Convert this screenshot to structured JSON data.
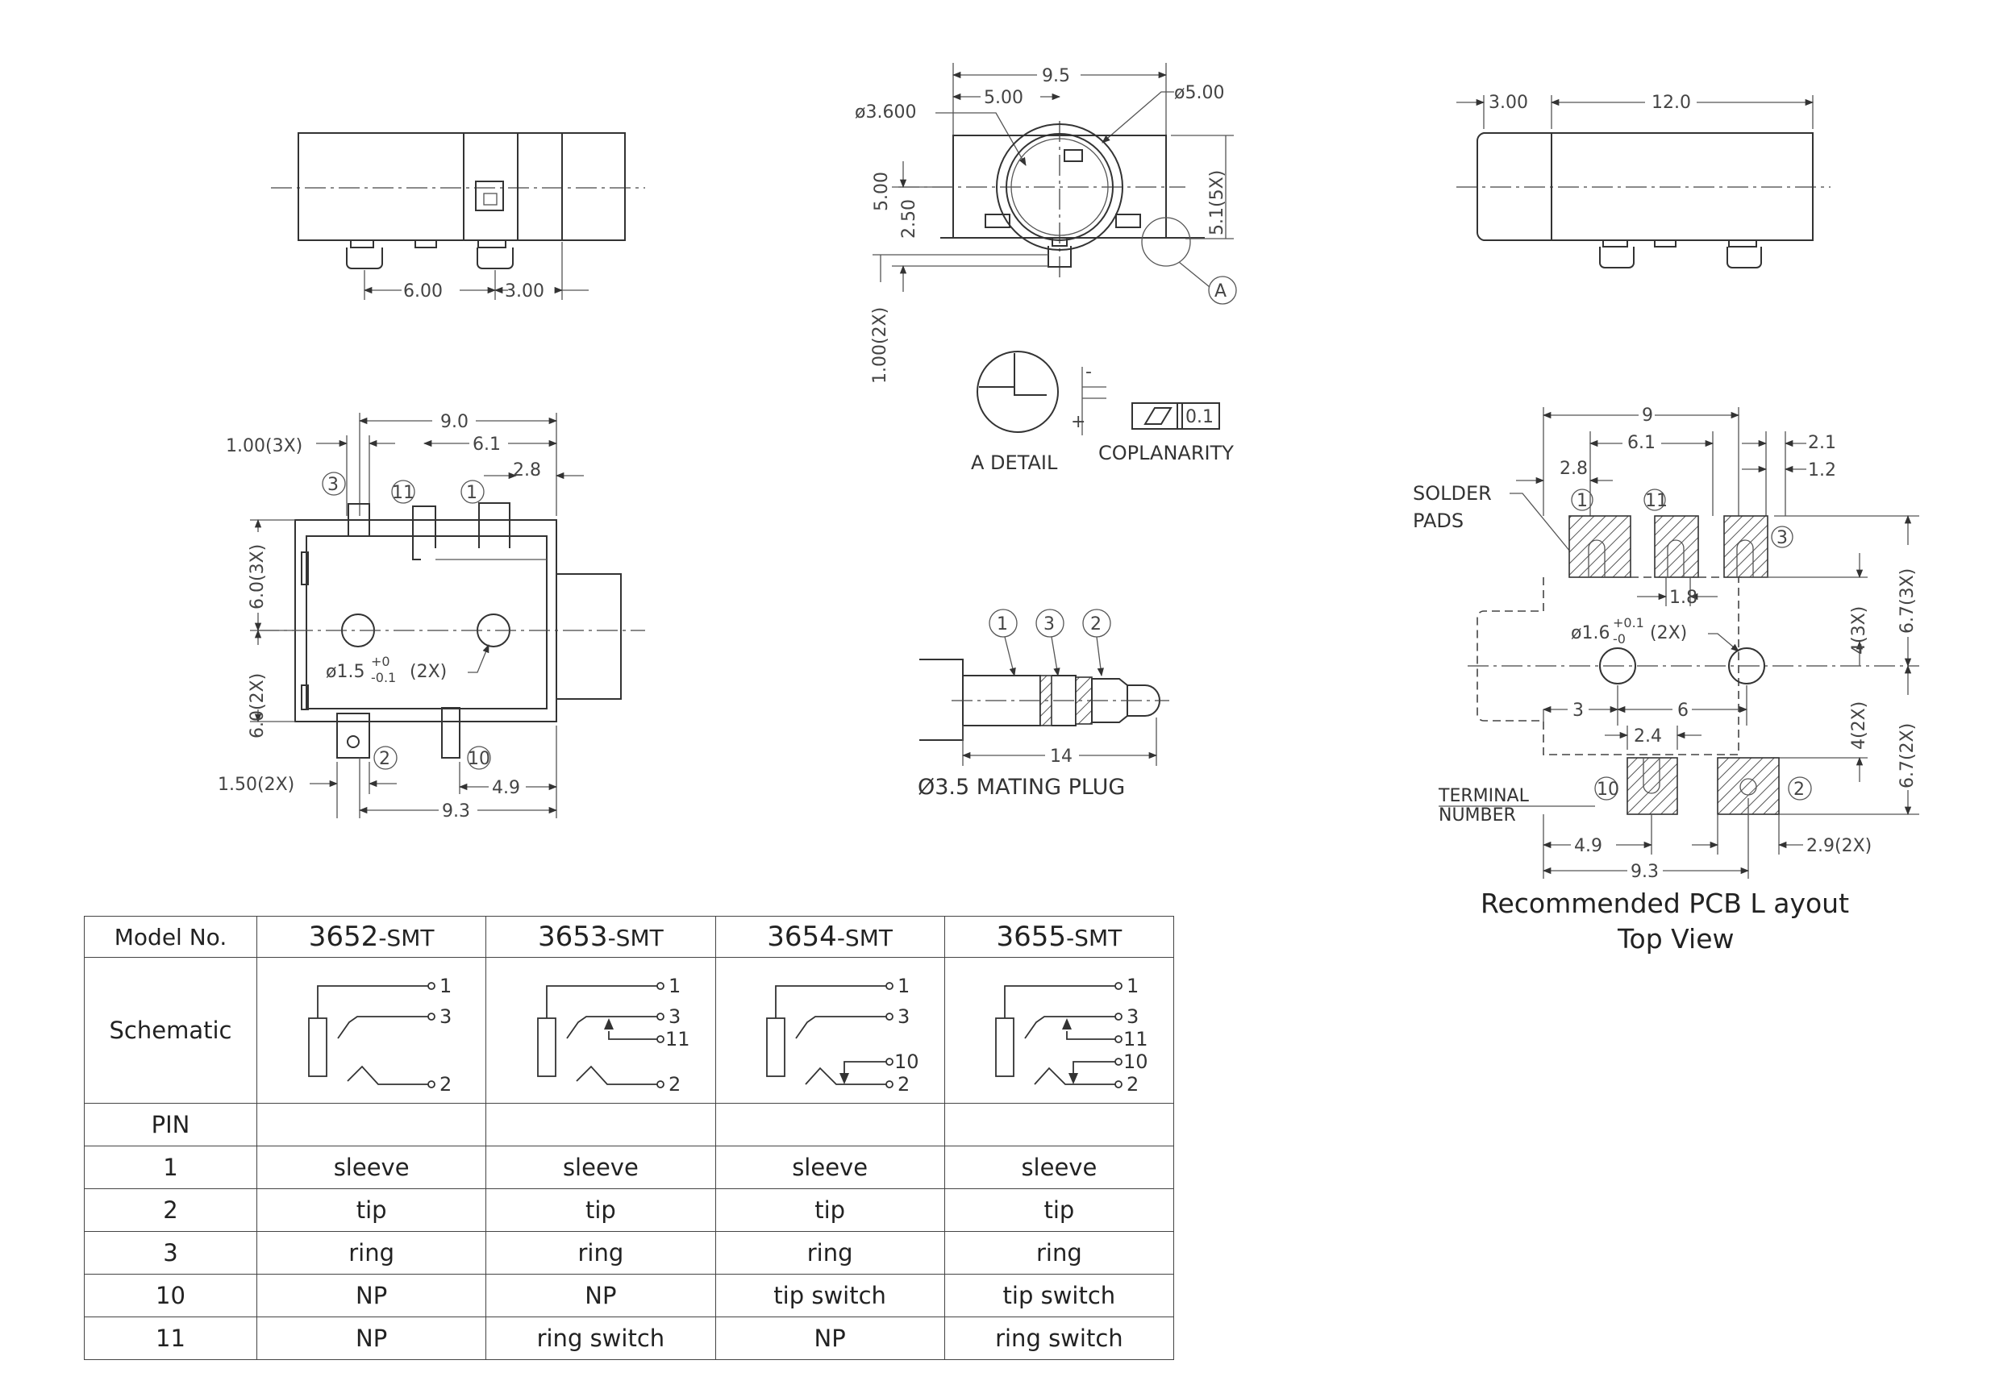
{
  "top_view_left": {
    "dims": [
      "6.00",
      "3.00"
    ]
  },
  "front_view": {
    "dims": [
      "9.5",
      "5.00",
      "ø3.600",
      "ø5.00",
      "5.00",
      "2.50",
      "5.1(5X)",
      "1.00(2X)"
    ],
    "detail_marker": "A"
  },
  "top_view_right": {
    "dims": [
      "3.00",
      "12.0"
    ]
  },
  "detail": {
    "label": "A DETAIL",
    "minus": "-",
    "plus": "+",
    "tolerance": "0.1",
    "coplanarity_label": "COPLANARITY"
  },
  "bottom_view": {
    "dims": [
      "9.0",
      "1.00(3X)",
      "6.1",
      "2.8",
      "6.0(3X)",
      "6.0(2X)",
      "1.50(2X)",
      "4.9",
      "9.3"
    ],
    "hole_dim_main": "ø1.5",
    "hole_dim_upper": "+0",
    "hole_dim_lower": "-0.1",
    "hole_dim_suffix": "(2X)",
    "pins": [
      "3",
      "11",
      "1",
      "2",
      "10"
    ]
  },
  "plug": {
    "pins": [
      "1",
      "3",
      "2"
    ],
    "length": "14",
    "caption": "Ø3.5 MATING PLUG"
  },
  "pcb": {
    "dims_top": [
      "9",
      "6.1",
      "2.8",
      "2.1",
      "1.2"
    ],
    "solder_label_1": "SOLDER",
    "solder_label_2": "PADS",
    "pad_pins_top": [
      "1",
      "11",
      "3"
    ],
    "pad_pins_bottom": [
      "10",
      "2"
    ],
    "dim_mid": "1.8",
    "hole_dim_main": "ø1.6",
    "hole_dim_upper": "+0.1",
    "hole_dim_lower": "-0",
    "hole_dim_suffix": "(2X)",
    "dims_right": [
      "4(3X)",
      "6.7(3X)",
      "4(2X)",
      "6.7(2X)"
    ],
    "dims_mid": [
      "3",
      "6"
    ],
    "dim_pad": "2.4",
    "terminal_label_1": "TERMINAL",
    "terminal_label_2": "NUMBER",
    "dims_bottom": [
      "4.9",
      "2.9(2X)",
      "9.3"
    ],
    "caption_1": "Recommended PCB L ayout",
    "caption_2": "Top View"
  },
  "table": {
    "model_header": "Model No.",
    "models": [
      {
        "num": "3652",
        "suffix": "-SMT"
      },
      {
        "num": "3653",
        "suffix": "-SMT"
      },
      {
        "num": "3654",
        "suffix": "-SMT"
      },
      {
        "num": "3655",
        "suffix": "-SMT"
      }
    ],
    "schematic_label": "Schematic",
    "schematic_pins": [
      "1",
      "3",
      "2",
      "11",
      "10"
    ],
    "pin_header": "PIN",
    "rows": [
      {
        "pin": "1",
        "cells": [
          "sleeve",
          "sleeve",
          "sleeve",
          "sleeve"
        ]
      },
      {
        "pin": "2",
        "cells": [
          "tip",
          "tip",
          "tip",
          "tip"
        ]
      },
      {
        "pin": "3",
        "cells": [
          "ring",
          "ring",
          "ring",
          "ring"
        ]
      },
      {
        "pin": "10",
        "cells": [
          "NP",
          "NP",
          "tip switch",
          "tip switch"
        ]
      },
      {
        "pin": "11",
        "cells": [
          "NP",
          "ring switch",
          "NP",
          "ring switch"
        ]
      }
    ]
  }
}
